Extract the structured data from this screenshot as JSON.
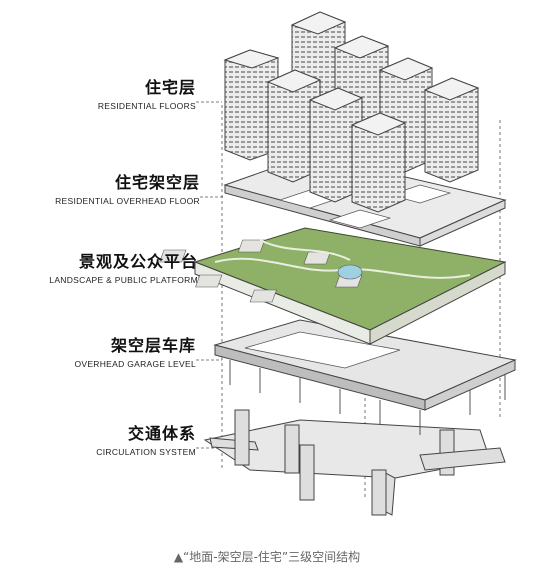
{
  "layers": [
    {
      "zh": "住宅层",
      "en": "RESIDENTIAL FLOORS"
    },
    {
      "zh": "住宅架空层",
      "en": "RESIDENTIAL OVERHEAD FLOOR"
    },
    {
      "zh": "景观及公众平台",
      "en": "LANDSCAPE & PUBLIC PLATFORM"
    },
    {
      "zh": "架空层车库",
      "en": "OVERHEAD GARAGE LEVEL"
    },
    {
      "zh": "交通体系",
      "en": "CIRCULATION SYSTEM"
    }
  ],
  "caption": "▲“地面-架空层-住宅”三级空间结构",
  "colors": {
    "landscape_green": "#8fb067",
    "slab_gray": "#e6e6e6",
    "outline": "#444444",
    "water": "#9fd0e0"
  }
}
